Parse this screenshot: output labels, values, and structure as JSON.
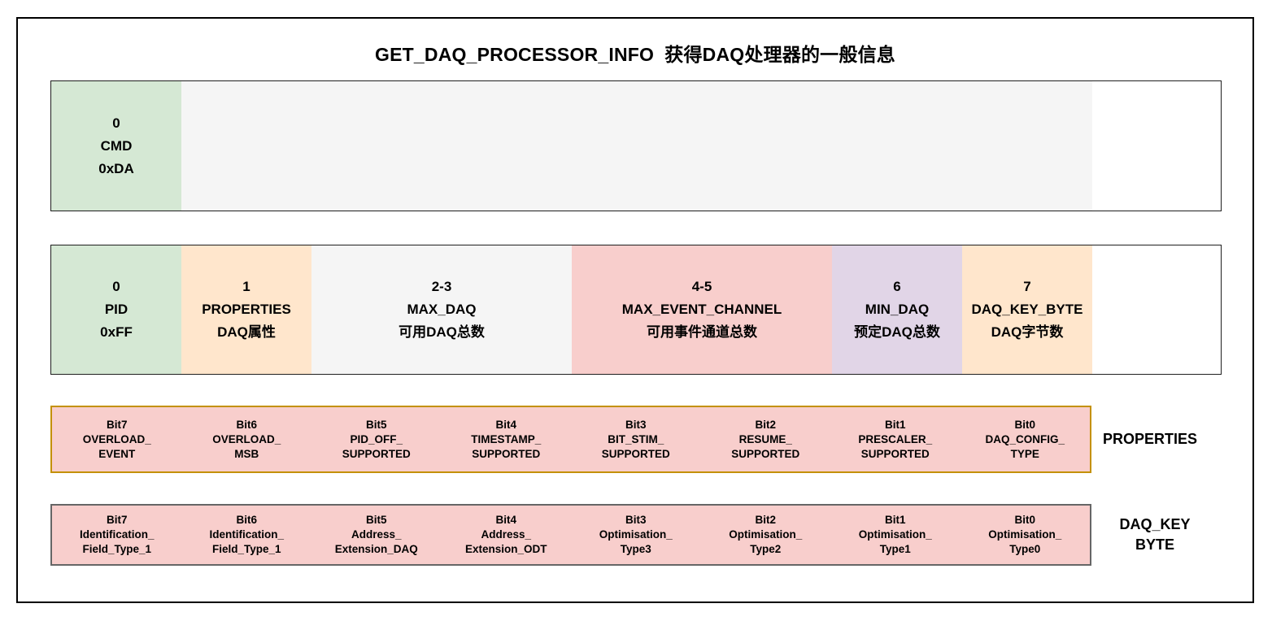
{
  "title": "GET_DAQ_PROCESSOR_INFO  获得DAQ处理器的一般信息",
  "colors": {
    "cell_green": "#d5e8d4",
    "cell_orange": "#ffe6cc",
    "cell_gray": "#f5f5f5",
    "cell_red": "#f8cecc",
    "cell_purple": "#e1d5e7",
    "properties_row_border": "#c49102",
    "daq_key_row_border": "#666666",
    "frame_border": "#000000"
  },
  "cmd_frame": {
    "cells": [
      {
        "color": "green",
        "lines": [
          "0",
          "CMD",
          "0xDA"
        ]
      }
    ]
  },
  "response_frame": {
    "cells": [
      {
        "color": "green",
        "lines": [
          "0",
          "PID",
          "0xFF"
        ]
      },
      {
        "color": "orange",
        "lines": [
          "1",
          "PROPERTIES",
          "DAQ属性"
        ]
      },
      {
        "color": "gray",
        "lines": [
          "2-3",
          "MAX_DAQ",
          "可用DAQ总数"
        ]
      },
      {
        "color": "red",
        "lines": [
          "4-5",
          "MAX_EVENT_CHANNEL",
          "可用事件通道总数"
        ]
      },
      {
        "color": "purple",
        "lines": [
          "6",
          "MIN_DAQ",
          "预定DAQ总数"
        ]
      },
      {
        "color": "orange",
        "lines": [
          "7",
          "DAQ_KEY_BYTE",
          "DAQ字节数"
        ]
      }
    ]
  },
  "properties_register": {
    "label": "PROPERTIES",
    "bits": [
      {
        "lines": [
          "Bit7",
          "OVERLOAD_",
          "EVENT"
        ]
      },
      {
        "lines": [
          "Bit6",
          "OVERLOAD_",
          "MSB"
        ]
      },
      {
        "lines": [
          "Bit5",
          "PID_OFF_",
          "SUPPORTED"
        ]
      },
      {
        "lines": [
          "Bit4",
          "TIMESTAMP_",
          "SUPPORTED"
        ]
      },
      {
        "lines": [
          "Bit3",
          "BIT_STIM_",
          "SUPPORTED"
        ]
      },
      {
        "lines": [
          "Bit2",
          "RESUME_",
          "SUPPORTED"
        ]
      },
      {
        "lines": [
          "Bit1",
          "PRESCALER_",
          "SUPPORTED"
        ]
      },
      {
        "lines": [
          "Bit0",
          "DAQ_CONFIG_",
          "TYPE"
        ]
      }
    ]
  },
  "daq_key_register": {
    "label_line1": "DAQ_KEY",
    "label_line2": "BYTE",
    "bits": [
      {
        "lines": [
          "Bit7",
          "Identification_",
          "Field_Type_1"
        ]
      },
      {
        "lines": [
          "Bit6",
          "Identification_",
          "Field_Type_1"
        ]
      },
      {
        "lines": [
          "Bit5",
          "Address_",
          "Extension_DAQ"
        ]
      },
      {
        "lines": [
          "Bit4",
          "Address_",
          "Extension_ODT"
        ]
      },
      {
        "lines": [
          "Bit3",
          "Optimisation_",
          "Type3"
        ]
      },
      {
        "lines": [
          "Bit2",
          "Optimisation_",
          "Type2"
        ]
      },
      {
        "lines": [
          "Bit1",
          "Optimisation_",
          "Type1"
        ]
      },
      {
        "lines": [
          "Bit0",
          "Optimisation_",
          "Type0"
        ]
      }
    ]
  }
}
